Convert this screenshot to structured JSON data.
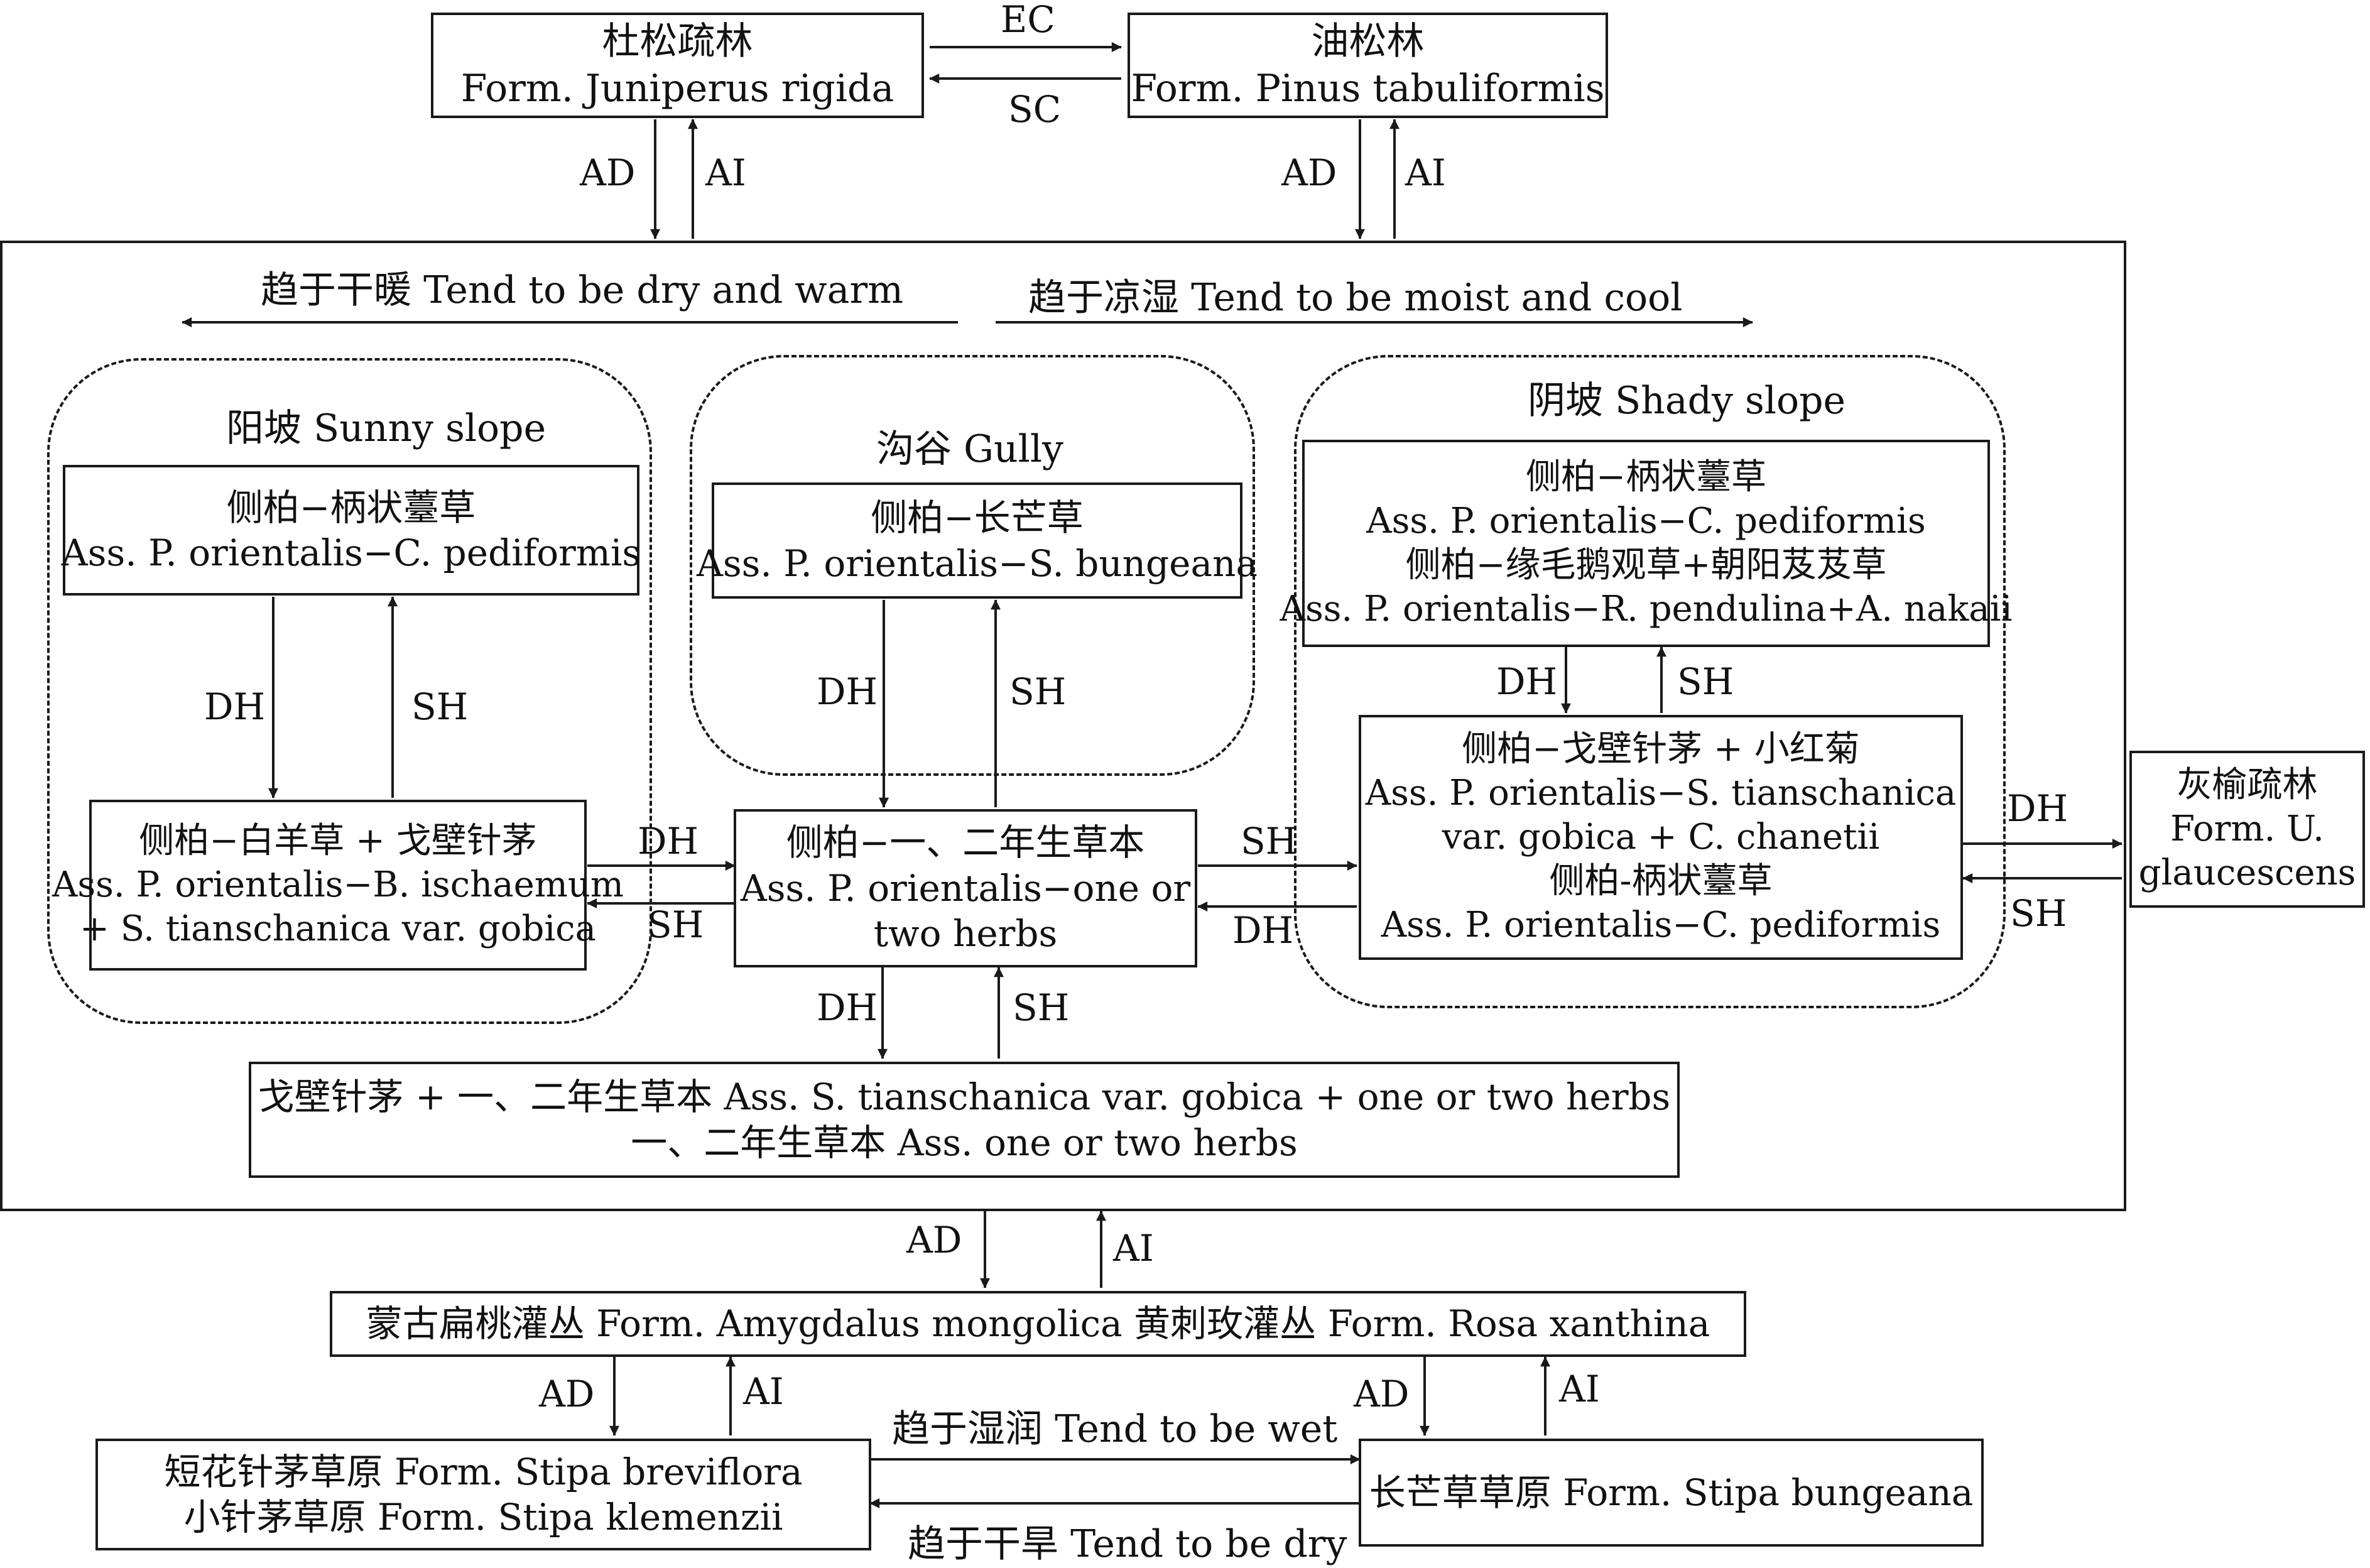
{
  "top": {
    "juniperus": [
      "杜松疏林",
      "Form. Juniperus rigida"
    ],
    "pinus": [
      "油松林",
      "Form. Pinus tabuliformis"
    ],
    "ec": "EC",
    "sc": "SC"
  },
  "trends": {
    "dry_warm": "趋于干暖 Tend to be dry and warm",
    "moist_cool": "趋于凉湿 Tend to be moist and cool",
    "wet": "趋于湿润 Tend to be wet",
    "dry": "趋于干旱 Tend to be dry"
  },
  "regions": {
    "sunny": "阳坡 Sunny slope",
    "gully": "沟谷 Gully",
    "shady": "阴坡 Shady slope"
  },
  "nodes": {
    "sunny_top": [
      "侧柏−柄状薹草",
      "Ass. P. orientalis−C. pediformis"
    ],
    "sunny_bottom": [
      "侧柏−白羊草 + 戈壁针茅",
      "Ass. P. orientalis−B. ischaemum",
      "+ S. tianschanica var. gobica"
    ],
    "gully_top": [
      "侧柏−长芒草",
      "Ass. P. orientalis−S. bungeana"
    ],
    "center": [
      "侧柏−一、二年生草本",
      "Ass. P. orientalis−one or",
      "two herbs"
    ],
    "shady_top": [
      "侧柏−柄状薹草",
      "Ass. P. orientalis−C. pediformis",
      "侧柏−缘毛鹅观草+朝阳芨芨草",
      "Ass. P. orientalis−R. pendulina+A. nakaii"
    ],
    "shady_bottom": [
      "侧柏−戈壁针茅 + 小红菊",
      "Ass. P. orientalis−S. tianschanica",
      "var. gobica + C. chanetii",
      "侧柏-柄状薹草",
      "Ass. P. orientalis−C. pediformis"
    ],
    "ulmus": [
      "灰榆疏林",
      "Form. U.",
      "glaucescens"
    ],
    "herbs": [
      "戈壁针茅 + 一、二年生草本 Ass. S. tianschanica var. gobica + one or two herbs",
      "一、二年生草本 Ass. one or two herbs"
    ],
    "shrubs": [
      "蒙古扁桃灌丛 Form. Amygdalus mongolica  黄刺玫灌丛 Form. Rosa xanthina"
    ],
    "stipa_left": [
      "短花针茅草原 Form. Stipa breviflora",
      "小针茅草原 Form. Stipa klemenzii"
    ],
    "stipa_right": [
      "长芒草草原 Form. Stipa bungeana"
    ]
  },
  "arrow_labels": {
    "ad": "AD",
    "ai": "AI",
    "dh": "DH",
    "sh": "SH"
  }
}
